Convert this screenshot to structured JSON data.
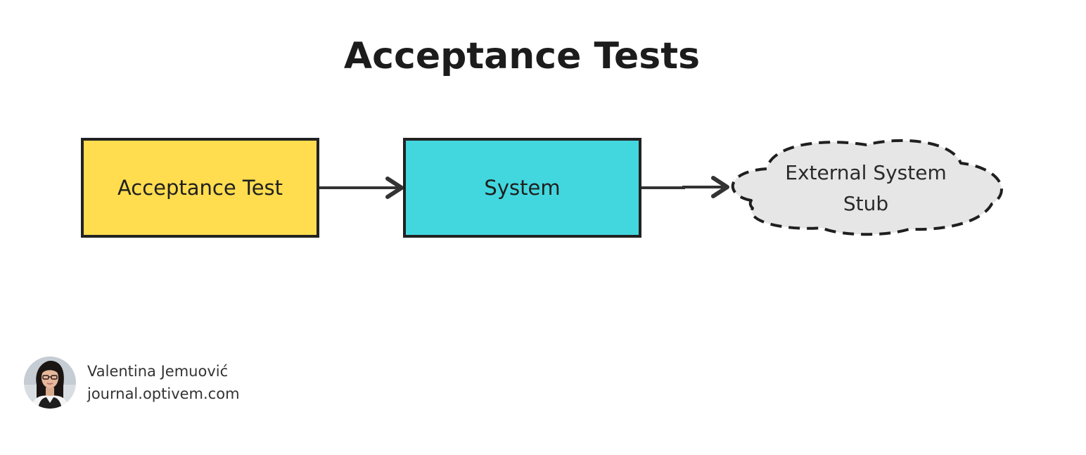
{
  "diagram": {
    "title": "Acceptance Tests",
    "nodes": [
      {
        "id": "acceptance-test",
        "label": "Acceptance Test",
        "shape": "rectangle",
        "fill": "#ffdd4f"
      },
      {
        "id": "system",
        "label": "System",
        "shape": "rectangle",
        "fill": "#42d7de"
      },
      {
        "id": "external-system-stub",
        "label": "External System\nStub",
        "shape": "cloud",
        "border": "dashed",
        "fill": "#e6e6e6"
      }
    ],
    "edges": [
      {
        "from": "acceptance-test",
        "to": "system"
      },
      {
        "from": "system",
        "to": "external-system-stub"
      }
    ]
  },
  "author": {
    "name": "Valentina Jemuović",
    "site": "journal.optivem.com"
  },
  "colors": {
    "stroke": "#222222",
    "arrow": "#333333"
  }
}
